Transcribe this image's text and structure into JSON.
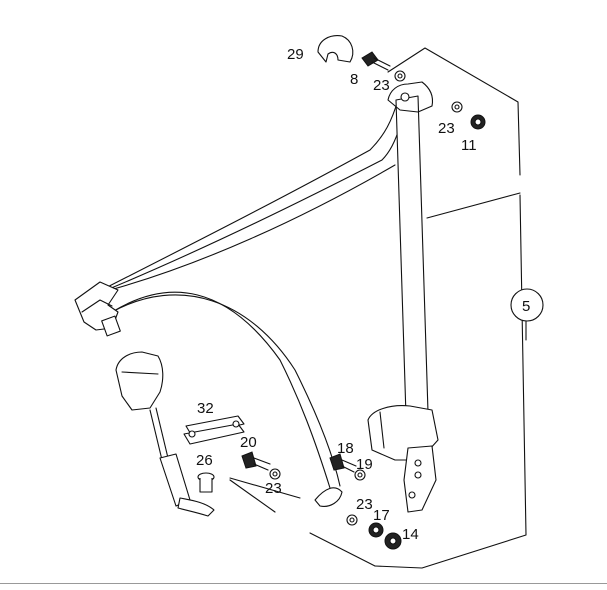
{
  "diagram": {
    "callouts": [
      {
        "id": "c29",
        "label": "29"
      },
      {
        "id": "c8",
        "label": "8"
      },
      {
        "id": "c23a",
        "label": "23"
      },
      {
        "id": "c23b",
        "label": "23"
      },
      {
        "id": "c11",
        "label": "11"
      },
      {
        "id": "c5",
        "label": "5"
      },
      {
        "id": "c32",
        "label": "32"
      },
      {
        "id": "c20",
        "label": "20"
      },
      {
        "id": "c26",
        "label": "26"
      },
      {
        "id": "c23c",
        "label": "23"
      },
      {
        "id": "c18",
        "label": "18"
      },
      {
        "id": "c19",
        "label": "19"
      },
      {
        "id": "c23d",
        "label": "23"
      },
      {
        "id": "c17",
        "label": "17"
      },
      {
        "id": "c14",
        "label": "14"
      }
    ]
  }
}
